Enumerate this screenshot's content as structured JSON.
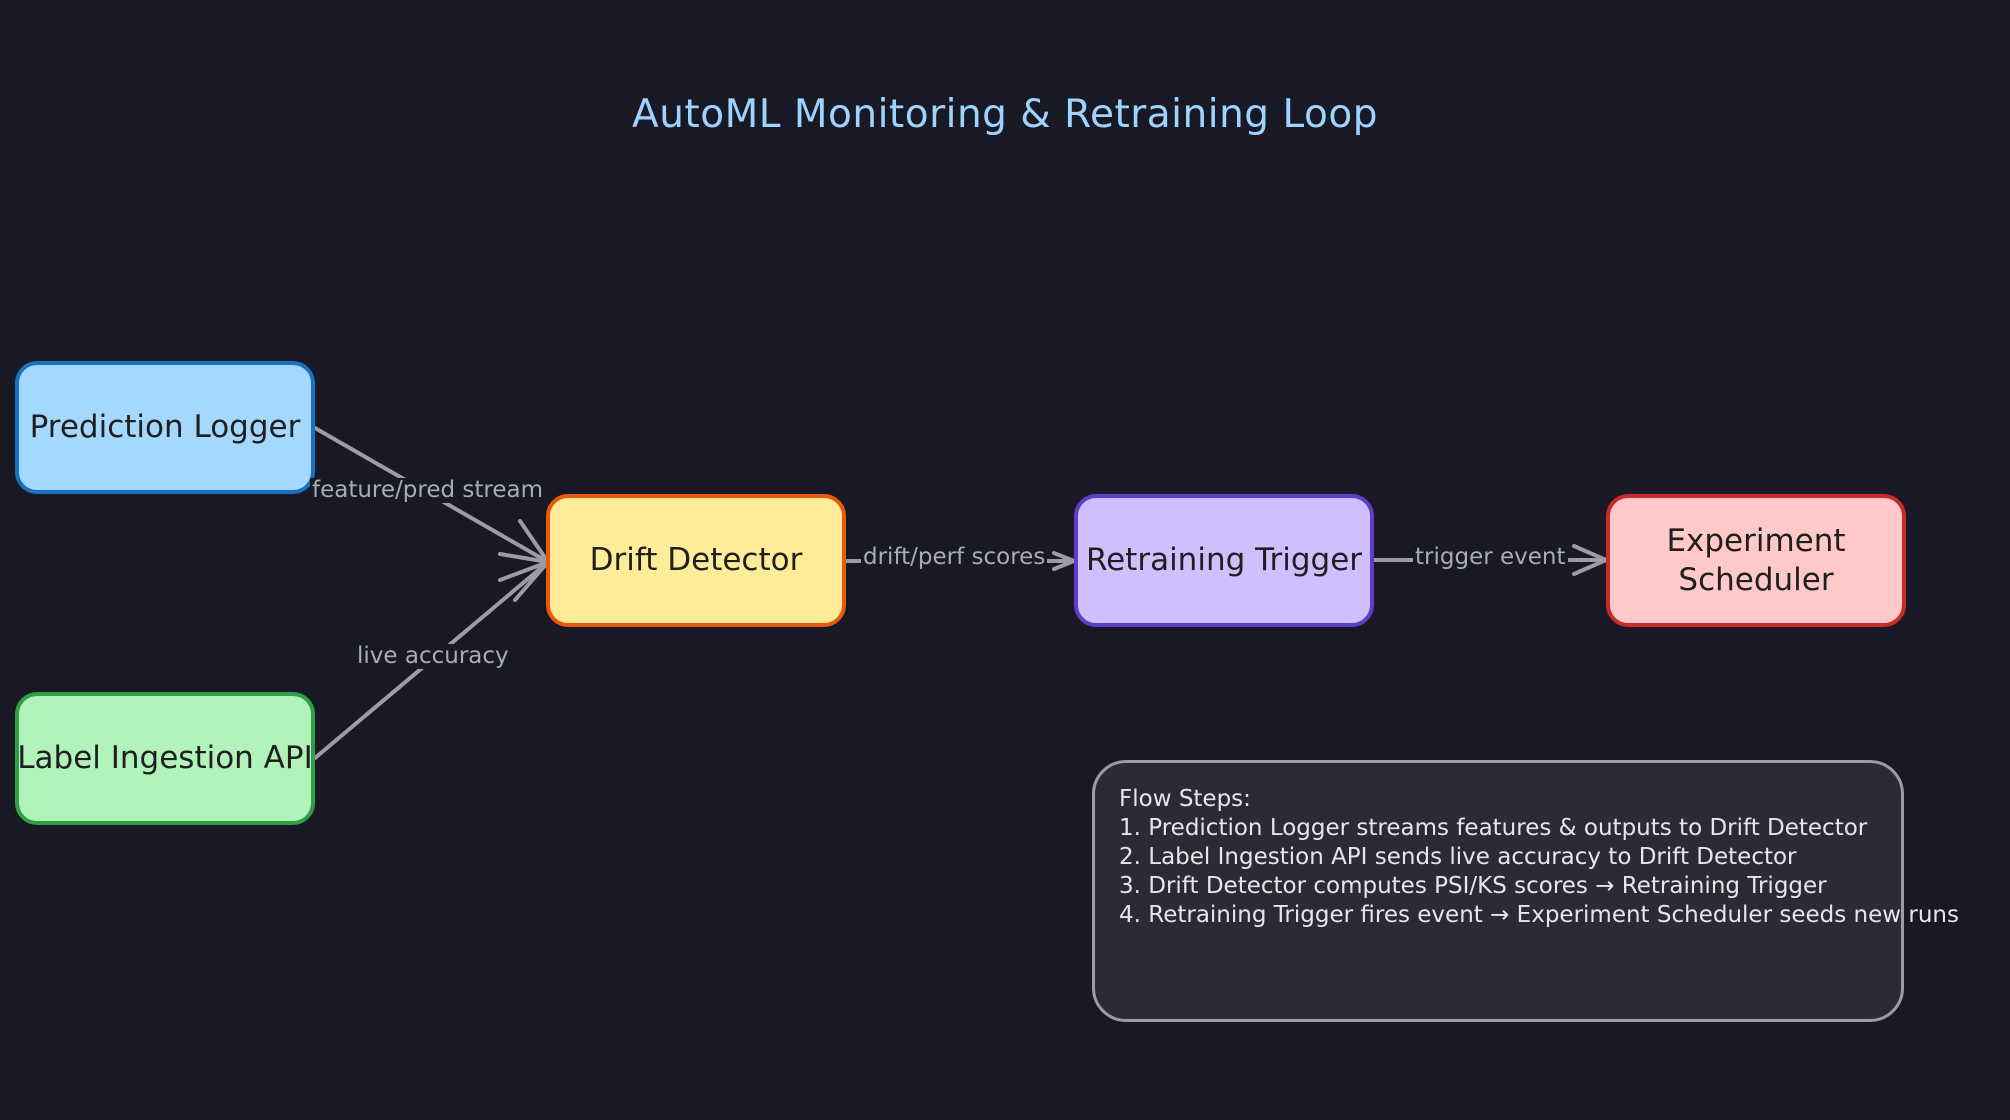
{
  "title": "AutoML Monitoring & Retraining Loop",
  "nodes": {
    "prediction_logger": {
      "label": "Prediction Logger",
      "fill": "#a5d8ff",
      "stroke": "#1971c2"
    },
    "label_ingestion": {
      "label": "Label Ingestion API",
      "fill": "#b2f2bb",
      "stroke": "#2f9e44"
    },
    "drift_detector": {
      "label": "Drift Detector",
      "fill": "#ffec99",
      "stroke": "#e8590c"
    },
    "retraining_trigger": {
      "label": "Retraining Trigger",
      "fill": "#d0bfff",
      "stroke": "#5f3dc4"
    },
    "experiment_scheduler": {
      "label": "Experiment Scheduler",
      "fill": "#ffc9c9",
      "stroke": "#c92a2a"
    }
  },
  "edges": {
    "logger_to_drift": "feature/pred stream",
    "labels_to_drift": "live accuracy",
    "drift_to_trigger": "drift/perf scores",
    "trigger_to_scheduler": "trigger event"
  },
  "notes": {
    "heading": "Flow Steps:",
    "steps": [
      "1. Prediction Logger streams features & outputs to Drift Detector",
      "2. Label Ingestion API sends live accuracy to Drift Detector",
      "3. Drift Detector computes PSI/KS scores → Retraining Trigger",
      "4. Retraining Trigger fires event → Experiment Scheduler seeds new runs"
    ]
  },
  "colors": {
    "background": "#181924",
    "title": "#9fd3ff",
    "connector": "#9b9ca6",
    "edge_label": "#a9abb5",
    "notes_fill": "#2a2b37",
    "notes_stroke": "#9b9ca6"
  }
}
